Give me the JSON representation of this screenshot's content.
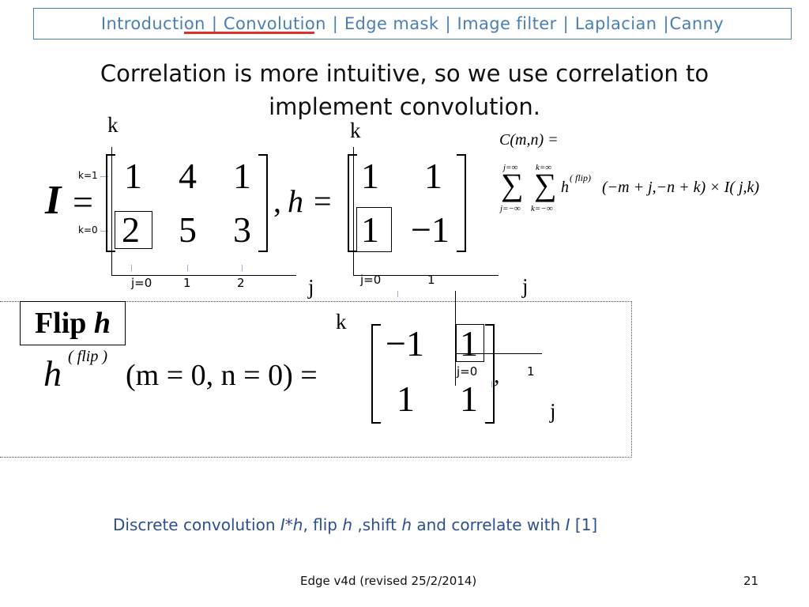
{
  "nav": {
    "items": [
      "Introduction",
      "Convolution",
      "Edge mask",
      "Image filter",
      "Laplacian",
      "Canny"
    ],
    "separator": "|"
  },
  "heading": {
    "line1": "Correlation is more intuitive, so we use correlation to",
    "line2": "implement convolution."
  },
  "formula": {
    "lhs": "C(m,n) =",
    "sum1_top": "j=∞",
    "sum1_bot": "j=−∞",
    "sum2_top": "k=∞",
    "sum2_bot": "k=−∞",
    "body": "h",
    "body_sup": "( flip)",
    "body_args": "(−m + j,−n + k) × I( j,k)"
  },
  "matrix_I": {
    "label": "I",
    "eq": "=",
    "row_top": [
      "1",
      "4",
      "1"
    ],
    "row_bottom": [
      "2",
      "5",
      "3"
    ],
    "k_axis": "k",
    "k_row_labels": [
      "k=1",
      "k=0"
    ],
    "j_ticks": [
      "j=0",
      "1",
      "2"
    ],
    "j_axis": "j"
  },
  "matrix_h": {
    "sep": ",",
    "label": "h",
    "eq": "=",
    "row_top": [
      "1",
      "1"
    ],
    "row_bottom": [
      "1",
      "−1"
    ],
    "k_axis": "k",
    "j_ticks": [
      "j=0",
      "1"
    ],
    "j_axis": "j"
  },
  "flip": {
    "title": "Flip",
    "title_var": "h",
    "lhs": "h",
    "lhs_sup": "( flip )",
    "lhs_args": "(m = 0, n = 0) =",
    "row_top": [
      "−1",
      "1"
    ],
    "row_bottom": [
      "1",
      "1"
    ],
    "trail": ",",
    "k_axis": "k",
    "j_ticks": [
      "j=0",
      "1"
    ],
    "j_axis": "j"
  },
  "caption": {
    "t1": "Discrete convolution ",
    "t2": "I*h",
    "t3": ", flip ",
    "t4": "h",
    "t5": " ,shift ",
    "t6": "h",
    "t7": " and correlate with ",
    "t8": "I",
    "t9": " [1]"
  },
  "footer": {
    "text": "Edge v4d (revised 25/2/2014)",
    "page": "21"
  }
}
